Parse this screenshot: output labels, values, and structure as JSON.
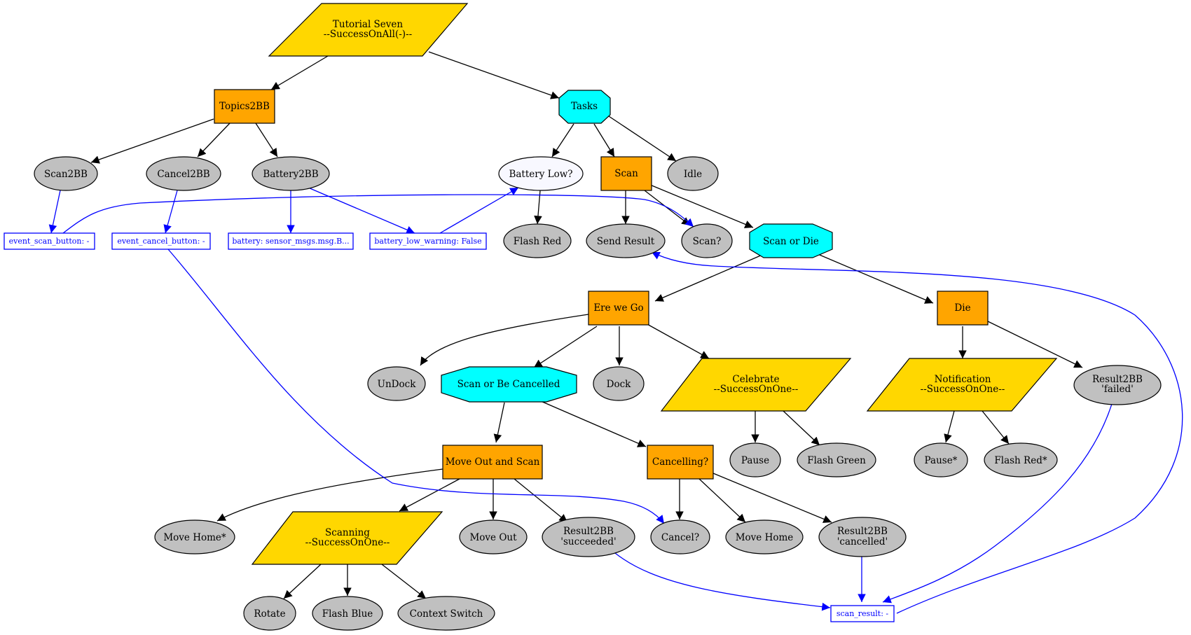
{
  "colors": {
    "parallel": "#FFD700",
    "sequence": "#FFA500",
    "selector": "#00FFFF",
    "behaviour": "#C0C0C0",
    "condition": "#F8F8FF",
    "blackboard": "#0000FF"
  },
  "nodes": {
    "root": {
      "line1": "Tutorial Seven",
      "line2": "--SuccessOnAll(-)--"
    },
    "topics2bb": {
      "label": "Topics2BB"
    },
    "tasks": {
      "label": "Tasks"
    },
    "scan2bb": {
      "label": "Scan2BB"
    },
    "cancel2bb": {
      "label": "Cancel2BB"
    },
    "battery2bb": {
      "label": "Battery2BB"
    },
    "battery_low": {
      "label": "Battery Low?"
    },
    "scan": {
      "label": "Scan"
    },
    "idle": {
      "label": "Idle"
    },
    "flash_red": {
      "label": "Flash Red"
    },
    "send_result": {
      "label": "Send Result"
    },
    "scan_q": {
      "label": "Scan?"
    },
    "scan_or_die": {
      "label": "Scan or Die"
    },
    "ere_we_go": {
      "label": "Ere we Go"
    },
    "die": {
      "label": "Die"
    },
    "undock": {
      "label": "UnDock"
    },
    "scan_or_cancelled": {
      "label": "Scan or Be Cancelled"
    },
    "dock": {
      "label": "Dock"
    },
    "celebrate": {
      "line1": "Celebrate",
      "line2": "--SuccessOnOne--"
    },
    "notification": {
      "line1": "Notification",
      "line2": "--SuccessOnOne--"
    },
    "result_failed": {
      "line1": "Result2BB",
      "line2": "'failed'"
    },
    "move_out_and_scan": {
      "label": "Move Out and Scan"
    },
    "cancelling": {
      "label": "Cancelling?"
    },
    "pause": {
      "label": "Pause"
    },
    "flash_green": {
      "label": "Flash Green"
    },
    "pause_star": {
      "label": "Pause*"
    },
    "flash_red_star": {
      "label": "Flash Red*"
    },
    "move_home_star": {
      "label": "Move Home*"
    },
    "scanning": {
      "line1": "Scanning",
      "line2": "--SuccessOnOne--"
    },
    "move_out": {
      "label": "Move Out"
    },
    "result_succeeded": {
      "line1": "Result2BB",
      "line2": "'succeeded'"
    },
    "cancel_q": {
      "label": "Cancel?"
    },
    "move_home": {
      "label": "Move Home"
    },
    "result_cancelled": {
      "line1": "Result2BB",
      "line2": "'cancelled'"
    },
    "rotate": {
      "label": "Rotate"
    },
    "flash_blue": {
      "label": "Flash Blue"
    },
    "context_switch": {
      "label": "Context Switch"
    }
  },
  "blackboard": {
    "event_scan_button": "event_scan_button: -",
    "event_cancel_button": "event_cancel_button: -",
    "battery": "battery: sensor_msgs.msg.B...",
    "battery_low_warning": "battery_low_warning: False",
    "scan_result": "scan_result: -"
  }
}
